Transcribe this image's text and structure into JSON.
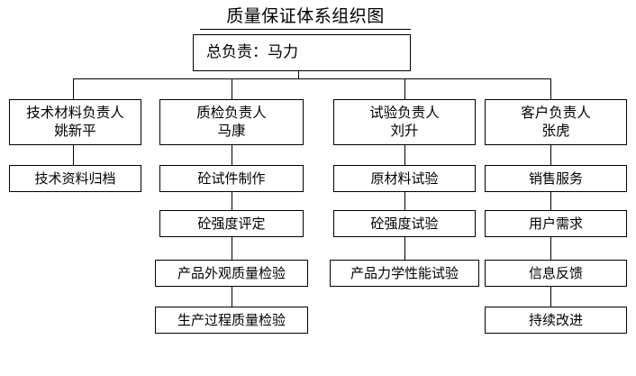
{
  "title": "质量保证体系组织图",
  "root": {
    "label": "总负责：马力"
  },
  "columns": [
    {
      "head": "技术材料负责人\n姚新平",
      "head_role": "技术材料负责人",
      "head_person": "姚新平",
      "tasks": [
        "技术资料归档"
      ]
    },
    {
      "head": "质检负责人\n马康",
      "head_role": "质检负责人",
      "head_person": "马康",
      "tasks": [
        "砼试件制作",
        "砼强度评定",
        "产品外观质量检验",
        "生产过程质量检验"
      ]
    },
    {
      "head": "试验负责人\n刘升",
      "head_role": "试验负责人",
      "head_person": "刘升",
      "tasks": [
        "原材料试验",
        "砼强度试验",
        "产品力学性能试验"
      ]
    },
    {
      "head": "客户负责人\n张虎",
      "head_role": "客户负责人",
      "head_person": "张虎",
      "tasks": [
        "销售服务",
        "用户需求",
        "信息反馈",
        "持续改进"
      ]
    }
  ],
  "colors": {
    "background": "#ffffff",
    "line": "#000000",
    "text": "#000000"
  }
}
